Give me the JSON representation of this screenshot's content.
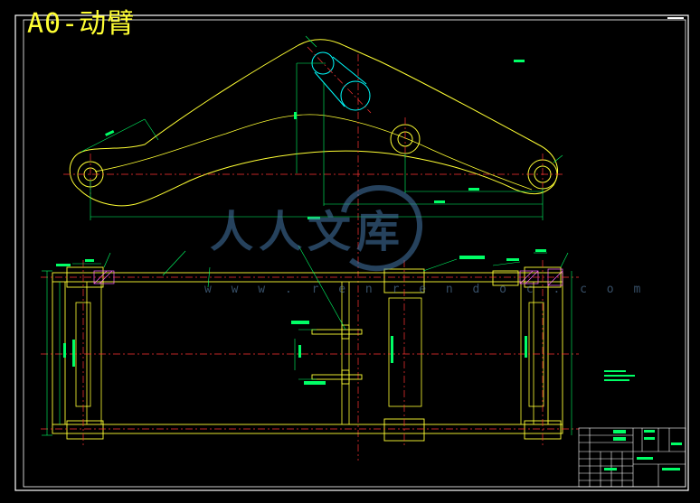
{
  "drawing": {
    "title": "A0-动臂"
  },
  "watermark": {
    "logo_text": "人人文库",
    "url": "w w w . r e n r e n d o c . c o m"
  },
  "colors": {
    "background": "#000000",
    "frame": "#ffffff",
    "outline": "#ffff33",
    "dimension": "#00ff66",
    "centerline": "#ff3333",
    "circle": "#00ffff",
    "section": "#ff66ff",
    "title": "#ffff33"
  },
  "icons": {
    "watermark_logo": "swoosh-circle-icon"
  }
}
